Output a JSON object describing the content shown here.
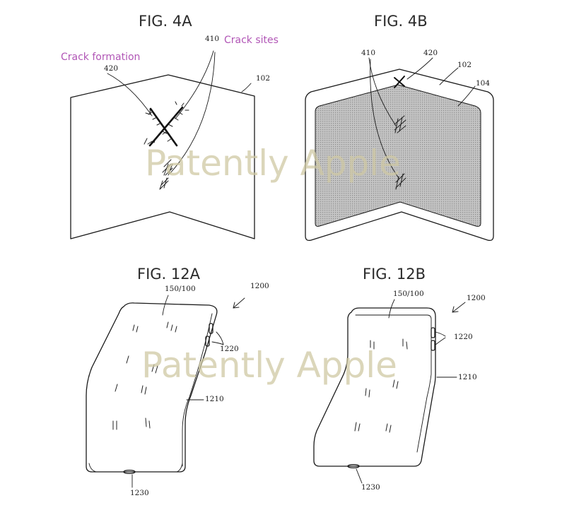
{
  "figures": {
    "fig4a": {
      "title": "FIG. 4A",
      "annotation_crack_formation": "Crack formation",
      "annotation_crack_sites": "Crack sites",
      "ref_crack": "420",
      "ref_sites": "410",
      "ref_device": "102"
    },
    "fig4b": {
      "title": "FIG. 4B",
      "ref_sites": "410",
      "ref_crack": "420",
      "ref_device": "102",
      "ref_display": "104"
    },
    "fig12a": {
      "title": "FIG. 12A",
      "ref_display": "150/100",
      "ref_device": "1200",
      "ref_buttons": "1220",
      "ref_housing": "1210",
      "ref_port": "1230"
    },
    "fig12b": {
      "title": "FIG. 12B",
      "ref_display": "150/100",
      "ref_device": "1200",
      "ref_buttons": "1220",
      "ref_housing": "1210",
      "ref_port": "1230"
    }
  },
  "watermark": "Patently Apple",
  "colors": {
    "annotation": "#b156b6",
    "watermark": "#cfc9a4",
    "display_fill": "#b9b9b9",
    "line": "#1a1a1a"
  }
}
